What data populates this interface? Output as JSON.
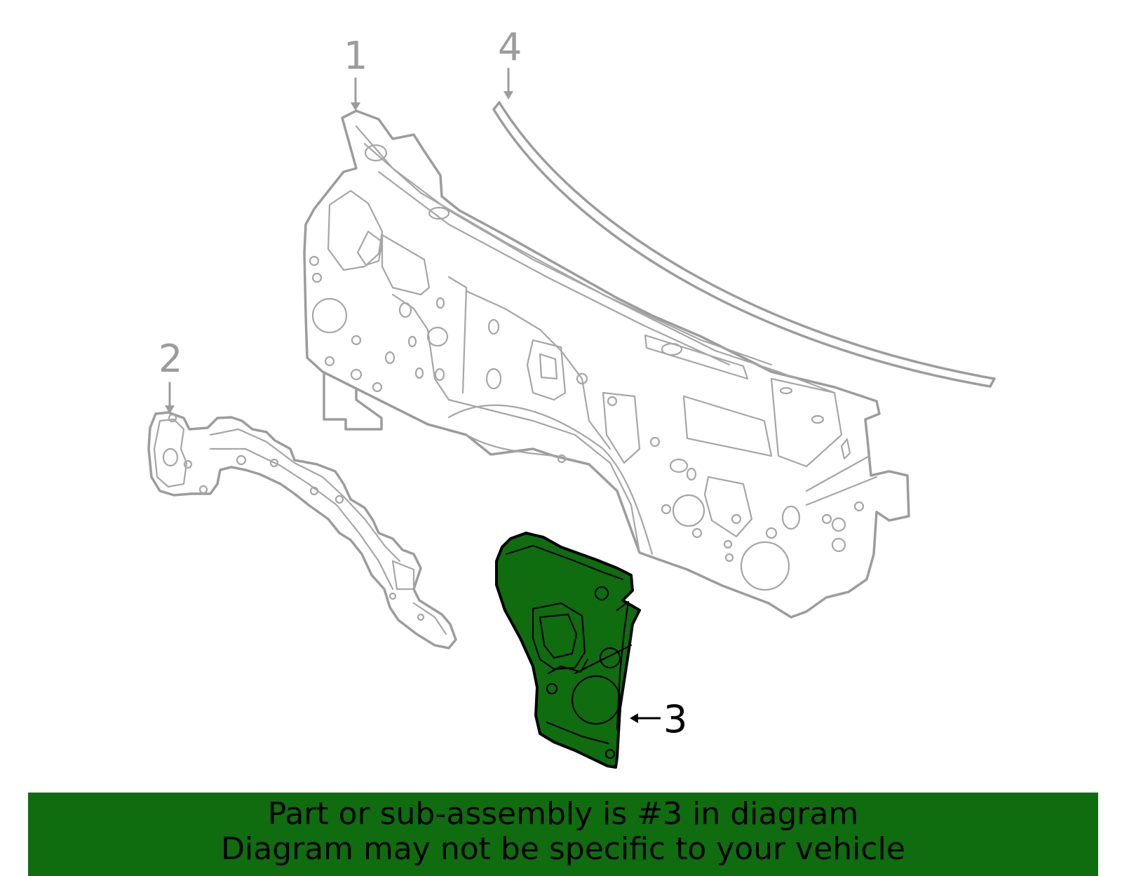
{
  "callouts": [
    {
      "number": "1",
      "highlighted": false
    },
    {
      "number": "2",
      "highlighted": false
    },
    {
      "number": "3",
      "highlighted": true
    },
    {
      "number": "4",
      "highlighted": false
    }
  ],
  "banner": {
    "line1": "Part or sub-assembly is #3 in diagram",
    "line2": "Diagram may not be specific to your vehicle"
  },
  "colors": {
    "highlight": "#0f6d0f",
    "outline": "#9c9c9c",
    "background": "#ffffff"
  }
}
